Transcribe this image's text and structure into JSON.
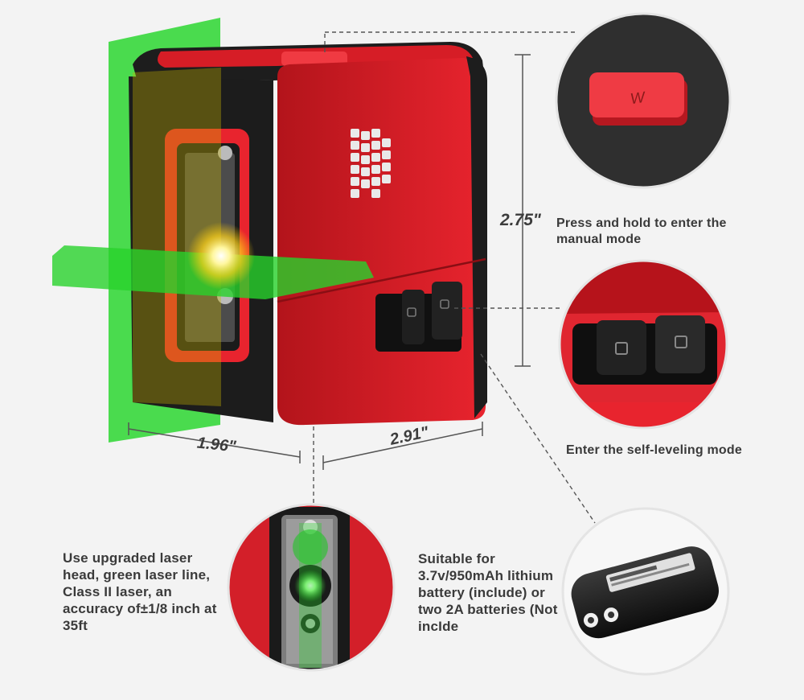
{
  "dimensions": {
    "height": "2.75\"",
    "width": "1.96\"",
    "depth": "2.91\""
  },
  "callouts": {
    "manual_mode": "Press and hold to enter the manual mode",
    "self_leveling": "Enter the self-leveling mode",
    "laser_head": "Use upgraded laser head, green laser line, Class II laser, an accuracy of±1/8 inch at 35ft",
    "battery": "Suitable for 3.7v/950mAh lithium battery (include) or two 2A batteries (Not incIde"
  },
  "button_glyph": "W",
  "colors": {
    "body_red": "#e8242e",
    "laser_green": "#22d42a",
    "frame_black": "#1e1e1e",
    "background": "#f3f3f3"
  }
}
